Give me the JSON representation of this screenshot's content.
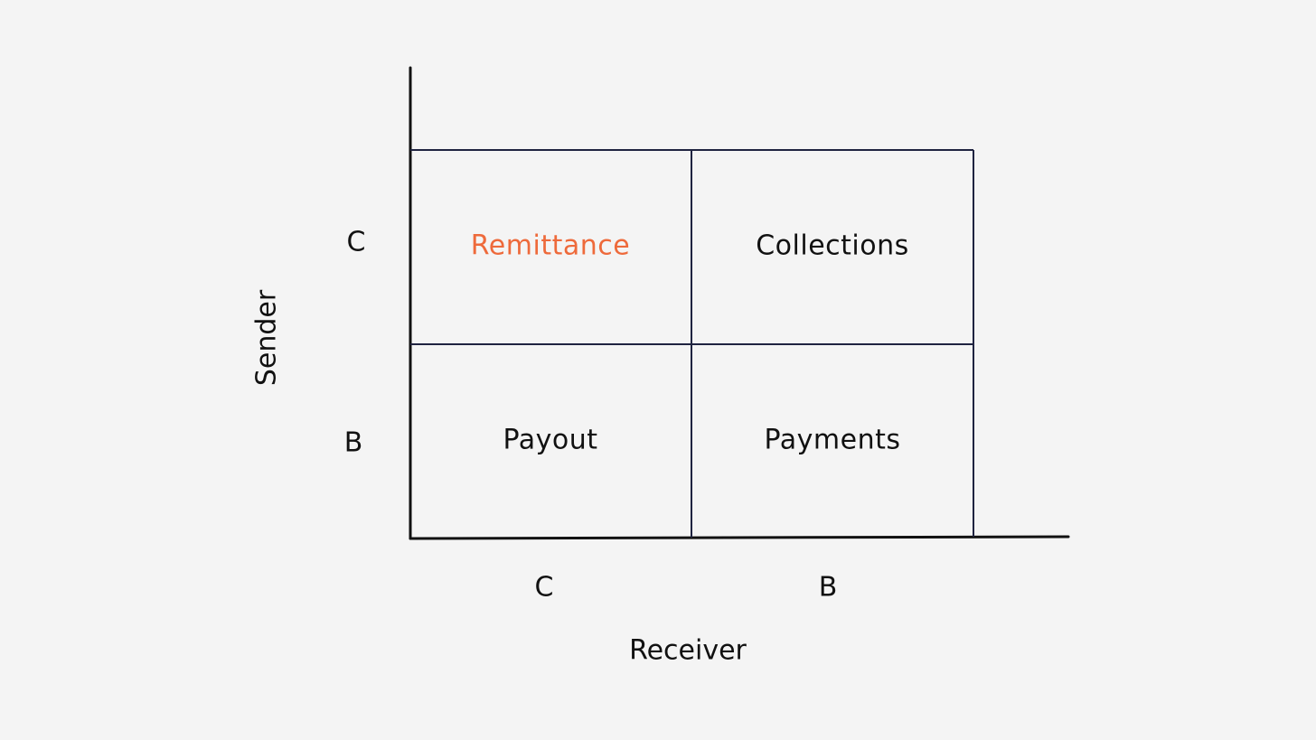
{
  "colors": {
    "background": "#f4f4f4",
    "grid_line": "#1f2340",
    "axis_line": "#111111",
    "text": "#111111",
    "highlight": "#ee6a3b"
  },
  "y_axis": {
    "title": "Sender",
    "ticks": [
      "C",
      "B"
    ]
  },
  "x_axis": {
    "title": "Receiver",
    "ticks": [
      "C",
      "B"
    ]
  },
  "matrix": {
    "rows": [
      [
        {
          "label": "Remittance",
          "highlighted": true
        },
        {
          "label": "Collections",
          "highlighted": false
        }
      ],
      [
        {
          "label": "Payout",
          "highlighted": false
        },
        {
          "label": "Payments",
          "highlighted": false
        }
      ]
    ]
  }
}
